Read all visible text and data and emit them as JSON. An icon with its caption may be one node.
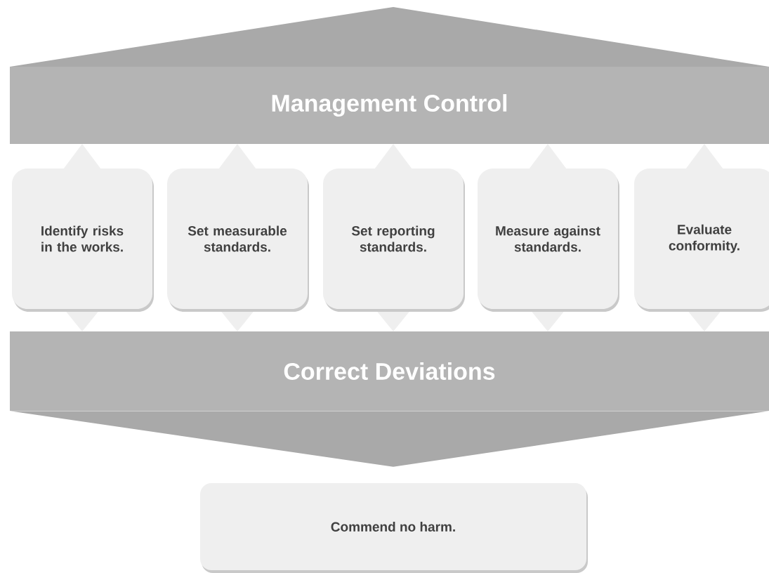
{
  "diagram": {
    "nodes": [
      {
        "text": [
          "Management Control"
        ]
      },
      {
        "text": [
          "Identify risks in the works."
        ]
      },
      {
        "text": [
          "Set measurable standards."
        ]
      },
      {
        "text": [
          "Set reporting standards."
        ]
      },
      {
        "text": [
          "Measure against standards."
        ]
      },
      {
        "text": [
          "Evaluate conformity."
        ]
      },
      {
        "text": [
          "Correct Deviations"
        ]
      },
      {
        "text": [
          "Commend no harm."
        ]
      }
    ],
    "edges": [
      {
        "from": 6,
        "to": 7,
        "arrow": "to"
      }
    ]
  }
}
